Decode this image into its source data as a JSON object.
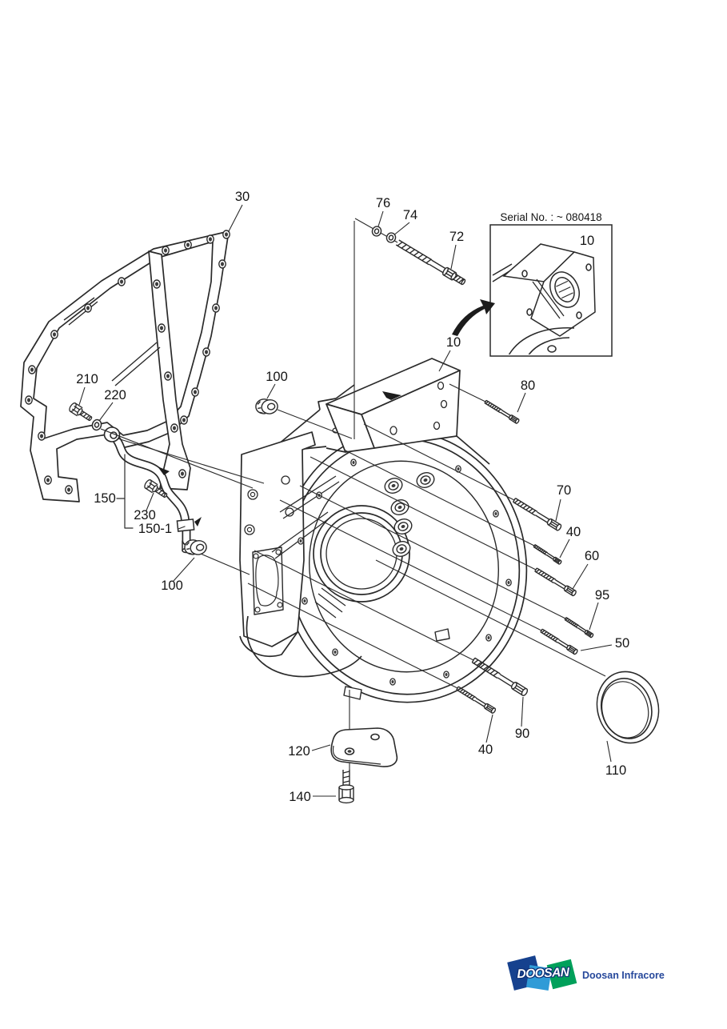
{
  "diagram": {
    "serial_label": "Serial No. : ~ 080418",
    "callouts": [
      {
        "part": "gasket",
        "label": "30"
      },
      {
        "part": "washer-spring",
        "label": "76"
      },
      {
        "part": "washer-plain",
        "label": "74"
      },
      {
        "part": "stud",
        "label": "72"
      },
      {
        "part": "housing-inset",
        "label": "10"
      },
      {
        "part": "flywheel-housing",
        "label": "10"
      },
      {
        "part": "bolt-upper",
        "label": "80"
      },
      {
        "part": "plug-top",
        "label": "100"
      },
      {
        "part": "bolt-small-left",
        "label": "210"
      },
      {
        "part": "washer-left",
        "label": "220"
      },
      {
        "part": "pipe-assembly",
        "label": "150"
      },
      {
        "part": "bolt-pipe",
        "label": "230"
      },
      {
        "part": "pipe-clamp",
        "label": "150-1"
      },
      {
        "part": "plug-lower",
        "label": "100"
      },
      {
        "part": "bolt-70",
        "label": "70"
      },
      {
        "part": "bolt-40-upper",
        "label": "40"
      },
      {
        "part": "bolt-60",
        "label": "60"
      },
      {
        "part": "bolt-95",
        "label": "95"
      },
      {
        "part": "bolt-50",
        "label": "50"
      },
      {
        "part": "bolt-90",
        "label": "90"
      },
      {
        "part": "bolt-40-lower",
        "label": "40"
      },
      {
        "part": "oil-seal-ring",
        "label": "110"
      },
      {
        "part": "cover-plate",
        "label": "120"
      },
      {
        "part": "bolt-cover",
        "label": "140"
      }
    ]
  },
  "footer": {
    "logo_text": "DOOSAN",
    "brand_text": "Doosan Infracore",
    "colors": {
      "navy": "#16418e",
      "light_blue": "#2f9bd7",
      "green": "#00a05a",
      "brand_text": "#26489b"
    }
  }
}
